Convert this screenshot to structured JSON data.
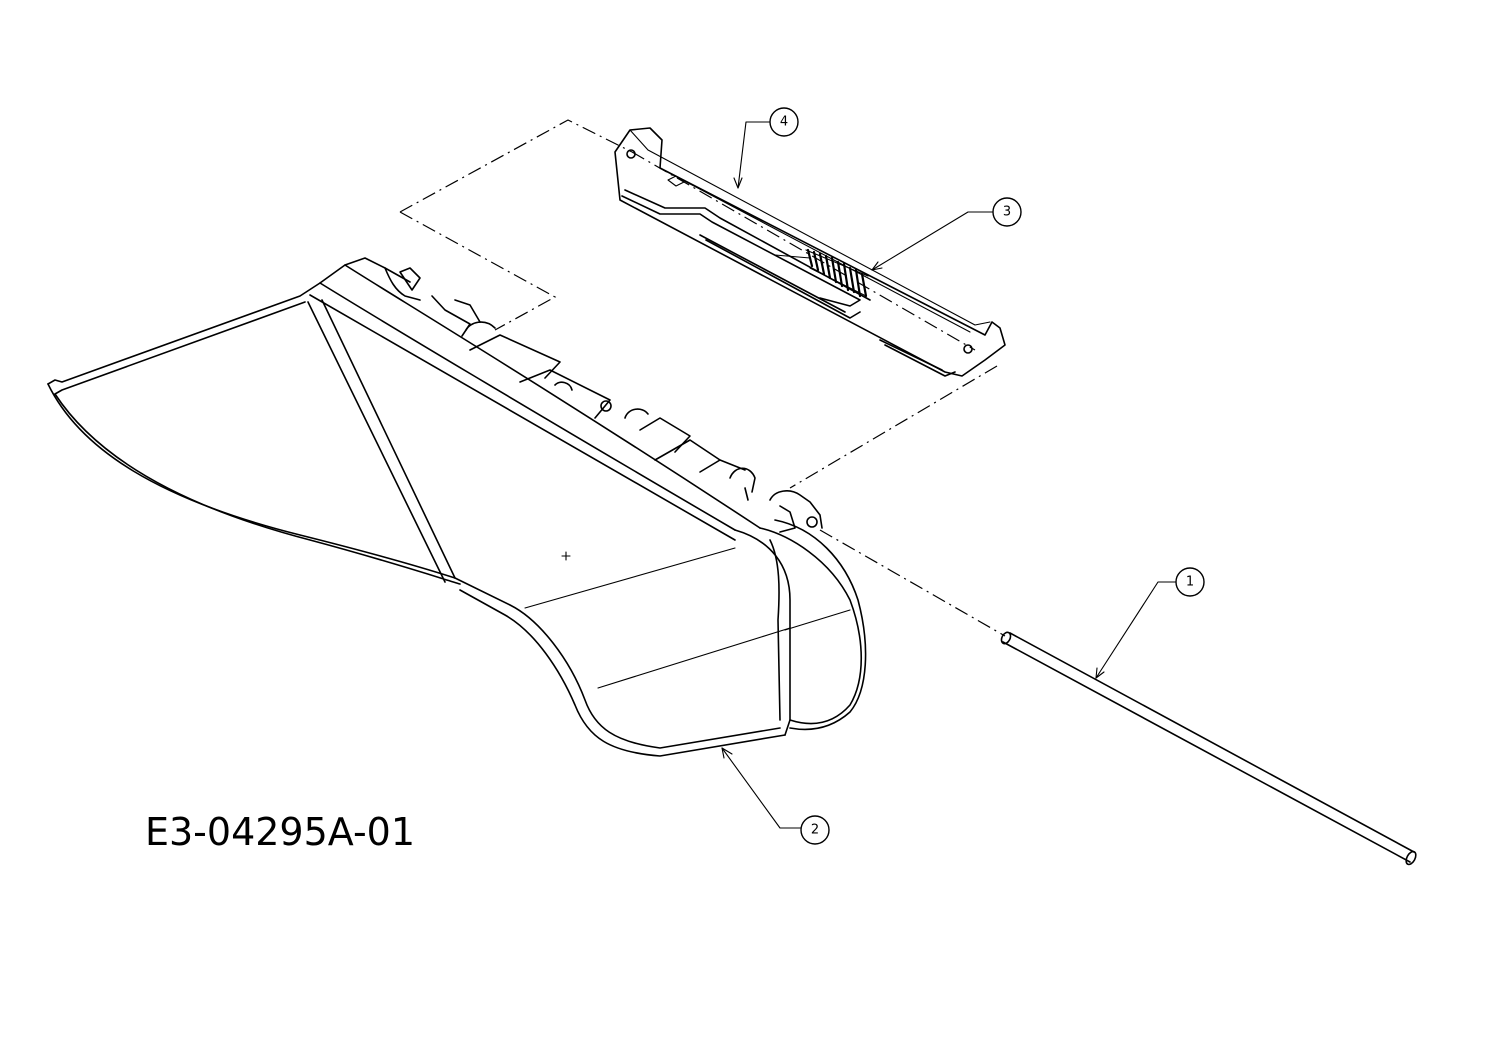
{
  "drawing": {
    "code": "E3-04295A-01"
  },
  "callouts": [
    {
      "id": "1",
      "label": "1"
    },
    {
      "id": "2",
      "label": "2"
    },
    {
      "id": "3",
      "label": "3"
    },
    {
      "id": "4",
      "label": "4"
    }
  ]
}
